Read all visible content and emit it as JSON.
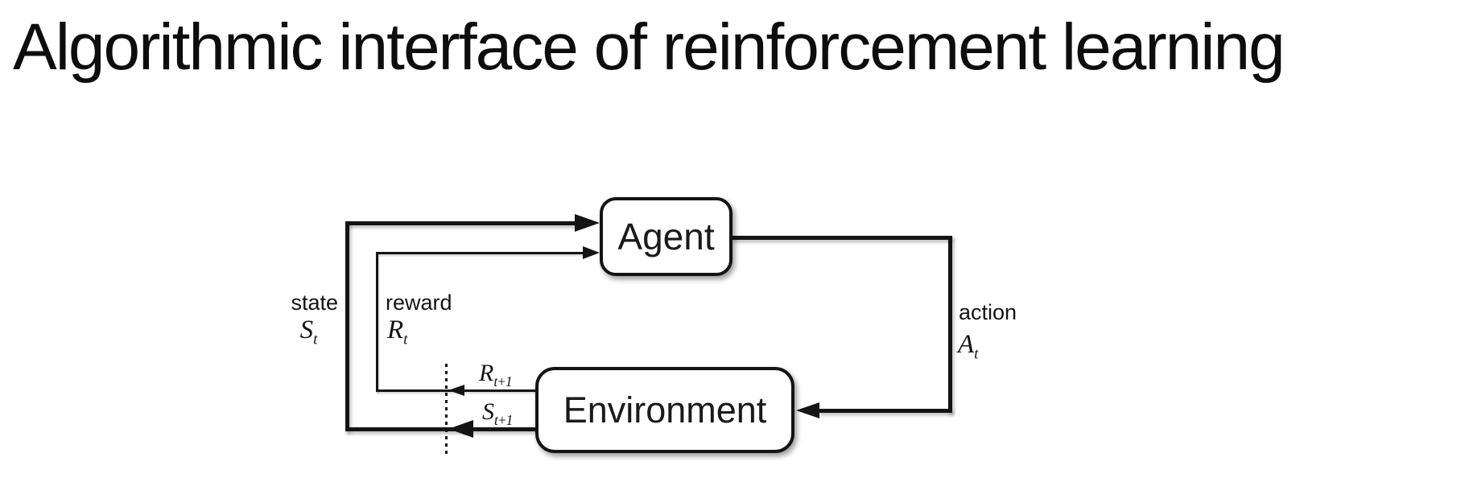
{
  "page": {
    "title": "Algorithmic interface of reinforcement learning"
  },
  "colors": {
    "ink": "#141414",
    "background": "#ffffff"
  },
  "diagram": {
    "agent": {
      "label": "Agent"
    },
    "environment": {
      "label": "Environment"
    },
    "state": {
      "word": "state",
      "symbol": "S",
      "subscript": "t"
    },
    "reward": {
      "word": "reward",
      "symbol": "R",
      "subscript": "t"
    },
    "action": {
      "word": "action",
      "symbol": "A",
      "subscript": "t"
    },
    "next_reward": {
      "symbol": "R",
      "subscript": "t+1"
    },
    "next_state": {
      "symbol": "S",
      "subscript": "t+1"
    }
  }
}
